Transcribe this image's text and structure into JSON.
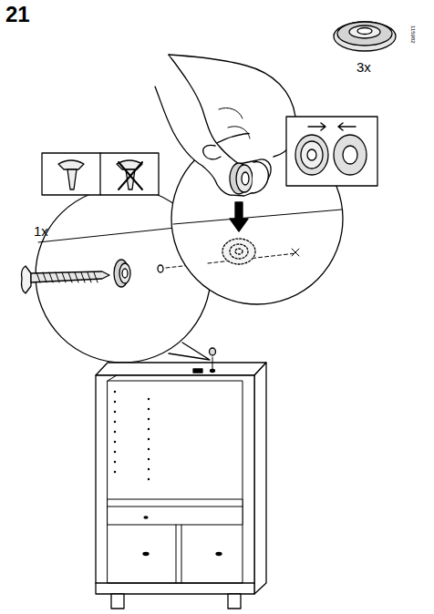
{
  "diagram": {
    "labels": [
      "21",
      "115982",
      "3x",
      "1x"
    ]
  }
}
